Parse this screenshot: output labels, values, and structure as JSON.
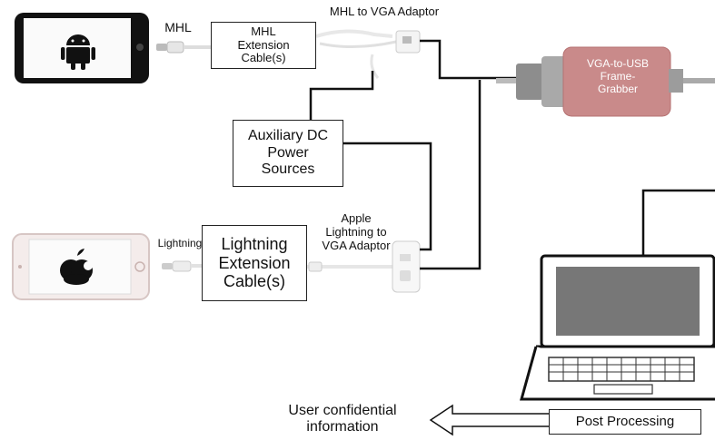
{
  "labels": {
    "mhl": "MHL",
    "mhl_extension": "MHL\nExtension\nCable(s)",
    "mhl_to_vga": "MHL to VGA Adaptor",
    "aux_dc": "Auxiliary DC\nPower\nSources",
    "frame_grabber": "VGA-to-USB\nFrame-\nGrabber",
    "lightning": "Lightning",
    "lightning_extension": "Lightning\nExtension\nCable(s)",
    "apple_adaptor": "Apple\nLightning to\nVGA Adaptor",
    "post_processing": "Post Processing",
    "user_info": "User confidential\ninformation"
  },
  "icons": {
    "android_phone": "android-phone-icon",
    "iphone": "iphone-icon",
    "laptop": "laptop-icon",
    "frame_grabber": "usb-frame-grabber-icon",
    "arrow": "hollow-left-arrow-icon"
  },
  "colors": {
    "frame_grabber": "#c98a8a",
    "lines": "#111111"
  }
}
